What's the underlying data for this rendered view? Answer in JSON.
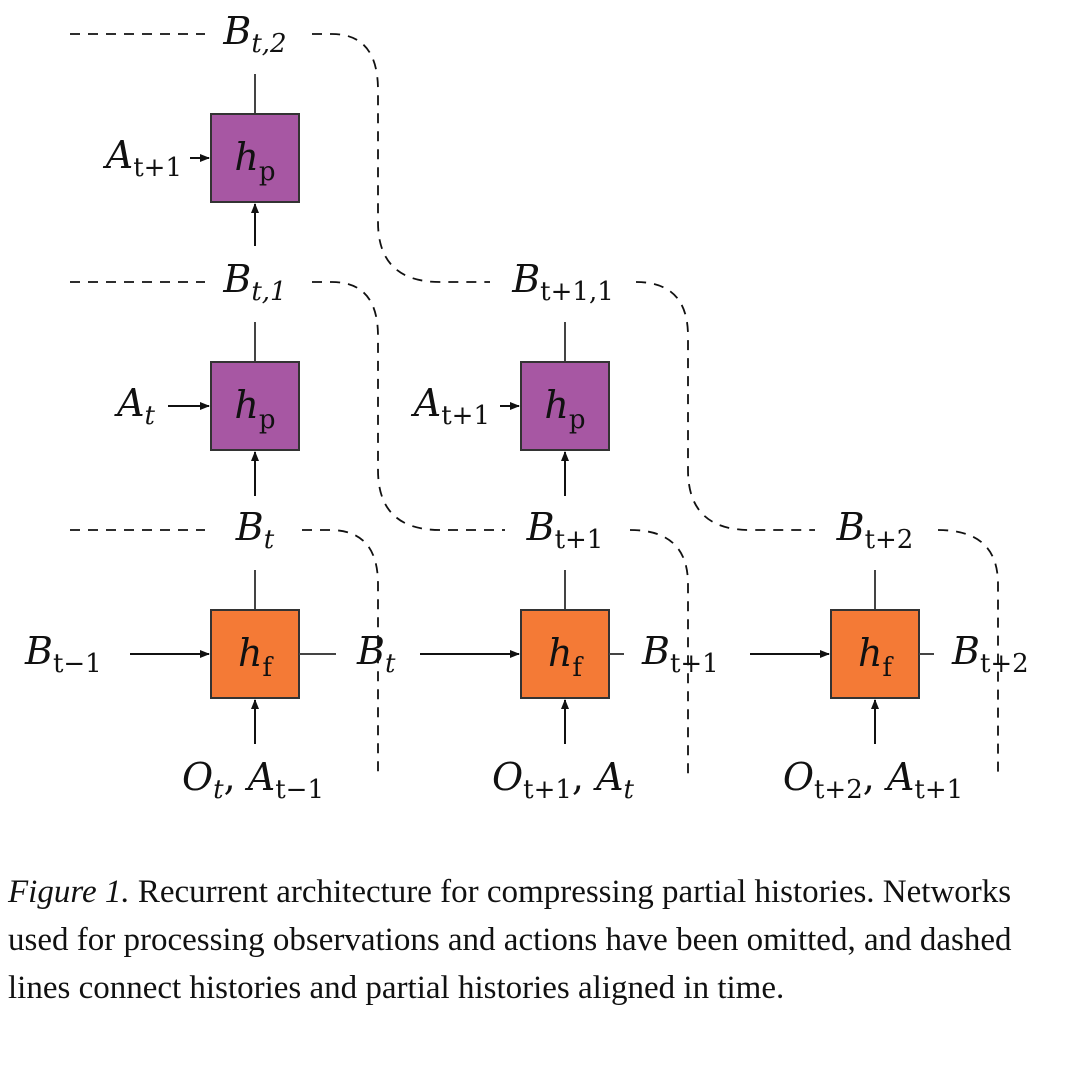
{
  "nodes": {
    "hf": {
      "label": "h",
      "sub": "f",
      "color": "#f47a36"
    },
    "hp": {
      "label": "h",
      "sub": "p",
      "color": "#a757a3"
    }
  },
  "labels": {
    "b_t_2": {
      "base": "B",
      "sub": "t,2"
    },
    "a_t1_top": {
      "base": "A",
      "sub": "t+1"
    },
    "b_t_1": {
      "base": "B",
      "sub": "t,1"
    },
    "b_t1_1": {
      "base": "B",
      "sub": "t+1,1"
    },
    "a_t": {
      "base": "A",
      "sub": "t"
    },
    "a_t1_mid": {
      "base": "A",
      "sub": "t+1"
    },
    "b_t_top": {
      "base": "B",
      "sub": "t"
    },
    "b_t1_top": {
      "base": "B",
      "sub": "t+1"
    },
    "b_t2_top": {
      "base": "B",
      "sub": "t+2"
    },
    "b_tm1": {
      "base": "B",
      "sub": "t−1"
    },
    "b_t_out": {
      "base": "B",
      "sub": "t"
    },
    "b_t1_out": {
      "base": "B",
      "sub": "t+1"
    },
    "b_t2_out": {
      "base": "B",
      "sub": "t+2"
    },
    "o_t": {
      "base": "O",
      "sub": "t",
      "sep": ", ",
      "base2": "A",
      "sub2": "t−1"
    },
    "o_t1": {
      "base": "O",
      "sub": "t+1",
      "sep": ", ",
      "base2": "A",
      "sub2": "t"
    },
    "o_t2": {
      "base": "O",
      "sub": "t+2",
      "sep": ", ",
      "base2": "A",
      "sub2": "t+1"
    }
  },
  "caption": {
    "figure": "Figure 1.",
    "text": " Recurrent architecture for compressing partial histories. Networks used for processing observations and actions have been omitted, and dashed lines connect histories and partial histories aligned in time."
  }
}
